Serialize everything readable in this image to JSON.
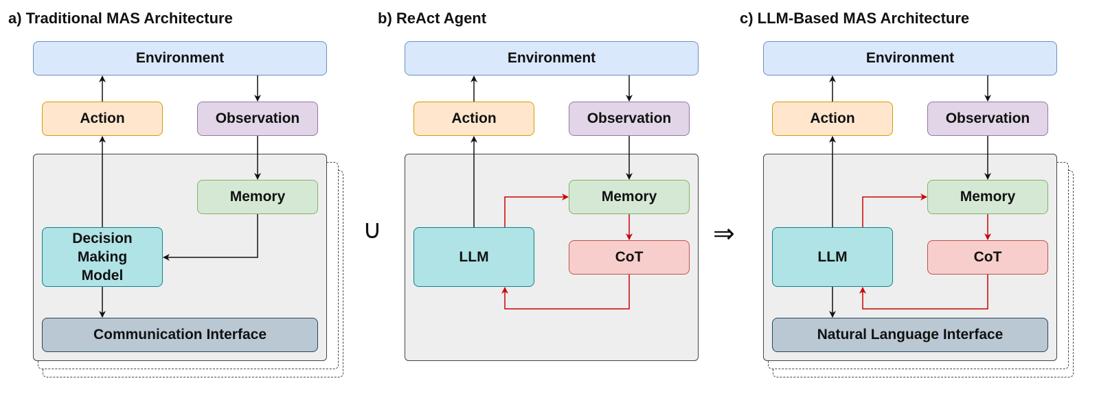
{
  "panels": [
    {
      "title": "a) Traditional MAS Architecture",
      "environment": "Environment",
      "action": "Action",
      "observation": "Observation",
      "memory": "Memory",
      "model": "Decision Making Model",
      "interface": "Communication Interface"
    },
    {
      "title": "b) ReAct Agent",
      "environment": "Environment",
      "action": "Action",
      "observation": "Observation",
      "memory": "Memory",
      "llm": "LLM",
      "cot": "CoT"
    },
    {
      "title": "c) LLM-Based MAS Architecture",
      "environment": "Environment",
      "action": "Action",
      "observation": "Observation",
      "memory": "Memory",
      "llm": "LLM",
      "cot": "CoT",
      "interface": "Natural Language Interface"
    }
  ],
  "operators": {
    "union": "∪",
    "implies": "⇒"
  },
  "colors": {
    "black_arrow": "#111111",
    "red_arrow": "#cc0000"
  }
}
